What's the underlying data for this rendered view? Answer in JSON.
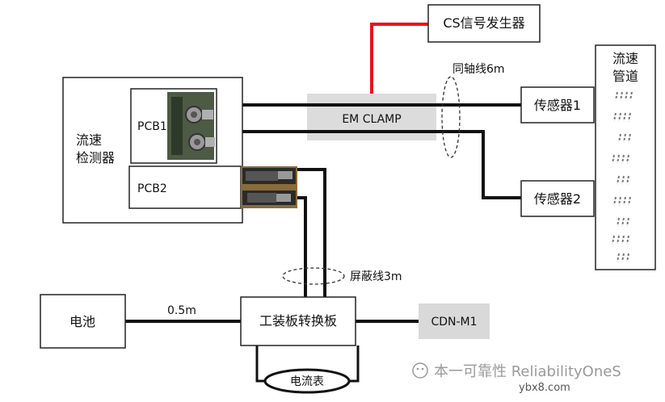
{
  "labels": {
    "cs_generator": "CS信号发生器",
    "coax": "同轴线6m",
    "flow_pipe_line1": "流速",
    "flow_pipe_line2": "管道",
    "sensor1": "传感器1",
    "sensor2": "传感器2",
    "em_clamp": "EM CLAMP",
    "detector_line1": "流速",
    "detector_line2": "检测器",
    "pcb1": "PCB1",
    "pcb2": "PCB2",
    "shield": "屏蔽线3m",
    "battery": "电池",
    "battery_cable": "0.5m",
    "fixture": "工装板转换板",
    "cdn": "CDN-M1",
    "ammeter": "电流表",
    "watermark": "本一可靠性 ReliabilityOneS",
    "watermark_site": "ybx8.com"
  },
  "colors": {
    "signal_line": "#e8141c",
    "cable": "#111111",
    "clamp_fill": "#dcdcdc",
    "cdn_fill": "#d9d9d9",
    "box_stroke": "#222222"
  }
}
